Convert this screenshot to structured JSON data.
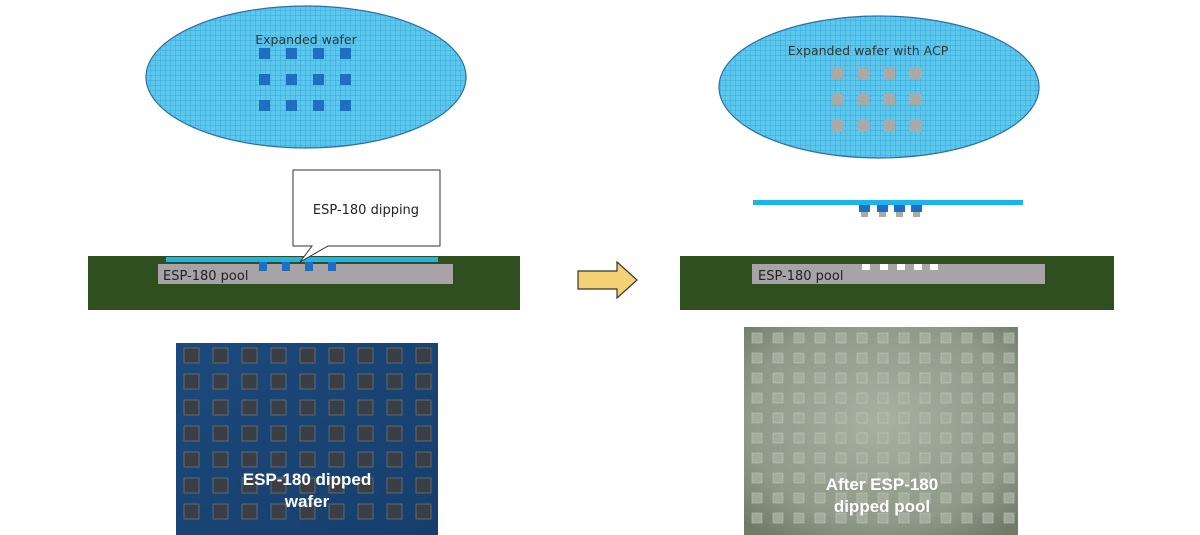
{
  "left": {
    "wafer_label": "Expanded wafer",
    "callout_label": "ESP-180 dipping",
    "pool_label": "ESP-180 pool",
    "photo_caption_line1": "ESP-180 dipped",
    "photo_caption_line2": "wafer"
  },
  "right": {
    "wafer_label": "Expanded wafer with ACP",
    "pool_label": "ESP-180 pool",
    "photo_caption_line1": "After ESP-180",
    "photo_caption_line2": "dipped pool"
  },
  "colors": {
    "wafer_fill": "#5cc8ee",
    "wafer_grid": "#2e9fd0",
    "die_blue": "#1f6fc0",
    "die_gray": "#a9a9a9",
    "substrate_green": "#2f4f1f",
    "pool_gray": "#a7a3a7",
    "film_blue": "#1cb4ec",
    "arrow_fill": "#f4d274",
    "photo_left_bg": "#1f4d7f",
    "photo_right_bg": "#98a090"
  }
}
